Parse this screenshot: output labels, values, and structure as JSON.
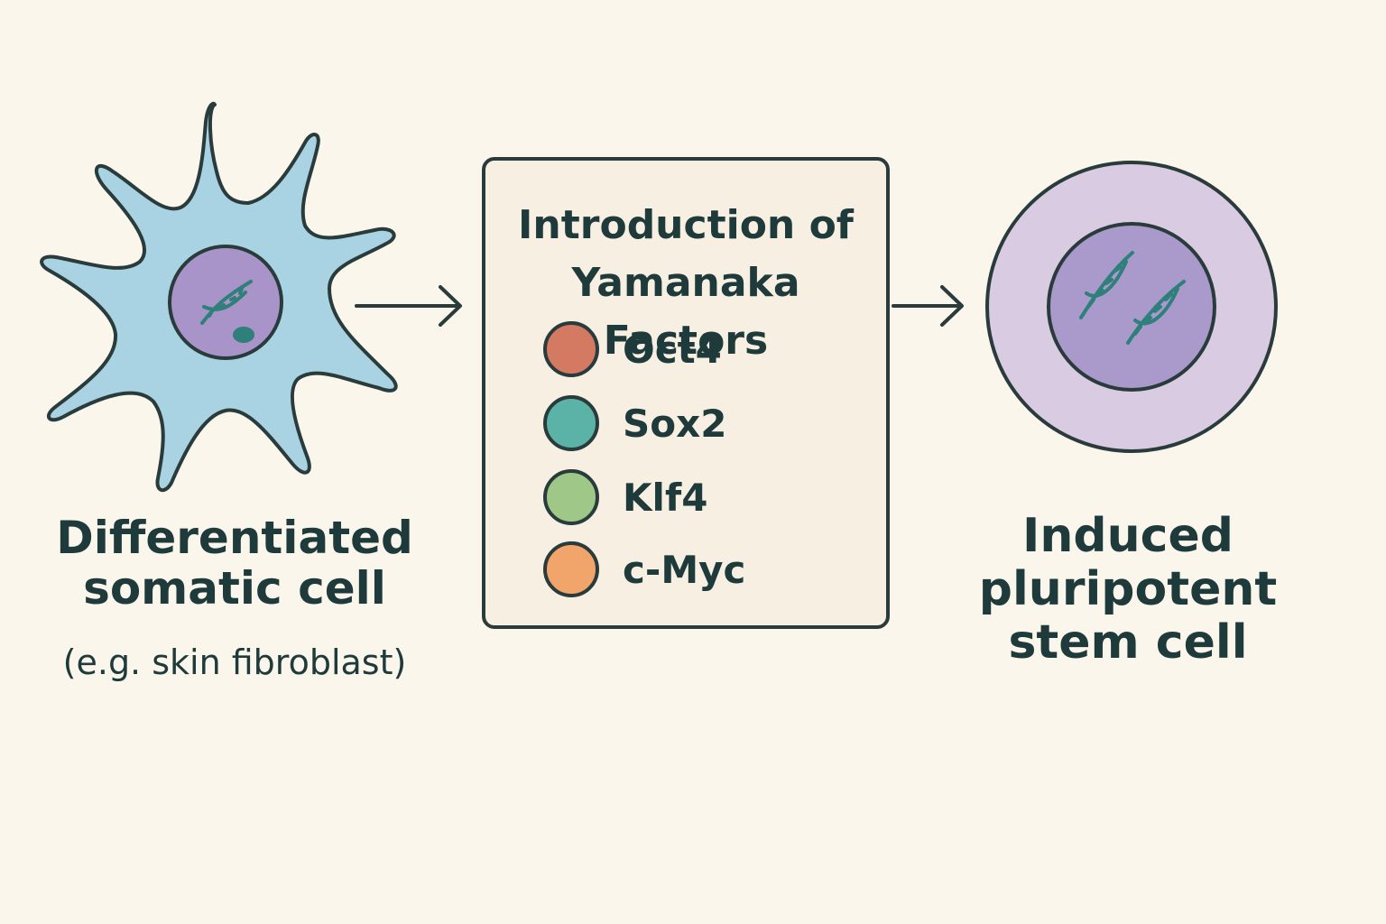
{
  "somatic_cell": {
    "title_line1": "Differentiated",
    "title_line2": "somatic cell",
    "subtitle": "(e.g. skin fibroblast)",
    "body_color": "#a9d3e2",
    "nucleus_color": "#a894c8"
  },
  "factor_box": {
    "title_line1": "Introduction of",
    "title_line2": "Yamanaka Factors",
    "factors": [
      {
        "name": "Oct4",
        "color": "#d47a62"
      },
      {
        "name": "Sox2",
        "color": "#5ab3a6"
      },
      {
        "name": "Klf4",
        "color": "#9fc787"
      },
      {
        "name": "c-Myc",
        "color": "#f2a56b"
      }
    ]
  },
  "stem_cell": {
    "title_line1": "Induced",
    "title_line2": "pluripotent",
    "title_line3": "stem cell",
    "outer_color": "#d9cbe2",
    "nucleus_color": "#a99acb"
  },
  "colors": {
    "background": "#faf6ec",
    "outline": "#2a3b3b",
    "dna": "#2f7f7a",
    "text": "#1f3a3a"
  }
}
